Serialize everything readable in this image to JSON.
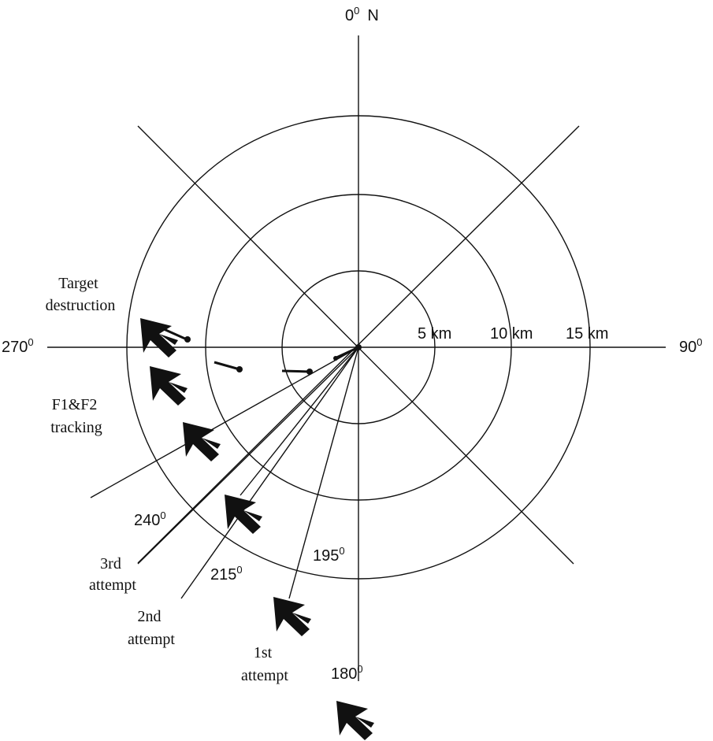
{
  "compass": {
    "north": {
      "deg": "0",
      "sup": "0",
      "letter": "N"
    },
    "east": {
      "deg": "90",
      "sup": "0"
    },
    "south": {
      "deg": "180",
      "sup": "0"
    },
    "west": {
      "deg": "270",
      "sup": "0"
    }
  },
  "rings": [
    "5 km",
    "10 km",
    "15 km"
  ],
  "bearings": [
    {
      "deg": "195",
      "sup": "0"
    },
    {
      "deg": "215",
      "sup": "0"
    },
    {
      "deg": "240",
      "sup": "0"
    }
  ],
  "annotations": {
    "target_destruction": [
      "Target",
      "destruction"
    ],
    "tracking": [
      "F1&F2",
      "tracking"
    ],
    "attempt_3": [
      "3rd",
      "attempt"
    ],
    "attempt_2": [
      "2nd",
      "attempt"
    ],
    "attempt_1": [
      "1st",
      "attempt"
    ]
  },
  "colors": {
    "line": "#111111",
    "background": "#ffffff"
  }
}
